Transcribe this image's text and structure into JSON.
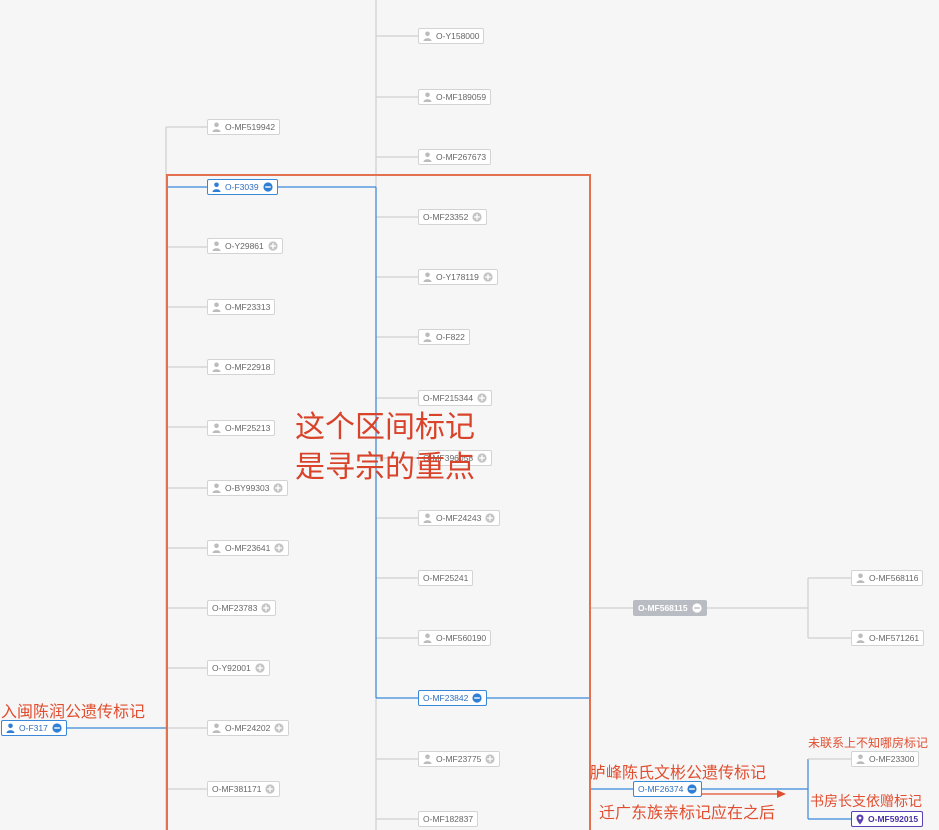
{
  "colors": {
    "background": "#f6f6f7",
    "line": "#cfcfcf",
    "active_line": "#3a88d8",
    "annotation": "#e14e2f",
    "highlight_frame": "#e3714f",
    "grey_node": "#b9bcc2",
    "purple_node": "#5b3fb5"
  },
  "nodes": [
    {
      "label": "O-Y158000",
      "icon": "person-icon",
      "state": "normal",
      "toggle": "none"
    },
    {
      "label": "O-MF189059",
      "icon": "person-icon",
      "state": "normal",
      "toggle": "none"
    },
    {
      "label": "O-MF519942",
      "icon": "person-icon",
      "state": "normal",
      "toggle": "none"
    },
    {
      "label": "O-MF267673",
      "icon": "person-icon",
      "state": "normal",
      "toggle": "none"
    },
    {
      "label": "O-F3039",
      "icon": "person-icon",
      "state": "active",
      "toggle": "collapse"
    },
    {
      "label": "O-MF23352",
      "icon": "none",
      "state": "normal",
      "toggle": "expand"
    },
    {
      "label": "O-Y29861",
      "icon": "person-icon",
      "state": "normal",
      "toggle": "expand"
    },
    {
      "label": "O-Y178119",
      "icon": "person-icon",
      "state": "normal",
      "toggle": "expand"
    },
    {
      "label": "O-MF23313",
      "icon": "person-icon",
      "state": "normal",
      "toggle": "none"
    },
    {
      "label": "O-F822",
      "icon": "person-icon",
      "state": "normal",
      "toggle": "none"
    },
    {
      "label": "O-MF22918",
      "icon": "person-icon",
      "state": "normal",
      "toggle": "none"
    },
    {
      "label": "O-MF215344",
      "icon": "none",
      "state": "normal",
      "toggle": "expand"
    },
    {
      "label": "O-MF25213",
      "icon": "person-icon",
      "state": "normal",
      "toggle": "none"
    },
    {
      "label": "O-MF396058",
      "icon": "none",
      "state": "normal",
      "toggle": "expand"
    },
    {
      "label": "O-BY99303",
      "icon": "person-icon",
      "state": "normal",
      "toggle": "expand"
    },
    {
      "label": "O-MF24243",
      "icon": "person-icon",
      "state": "normal",
      "toggle": "expand"
    },
    {
      "label": "O-MF23641",
      "icon": "person-icon",
      "state": "normal",
      "toggle": "expand"
    },
    {
      "label": "O-MF25241",
      "icon": "none",
      "state": "normal",
      "toggle": "none"
    },
    {
      "label": "O-MF568116",
      "icon": "person-icon",
      "state": "normal",
      "toggle": "none"
    },
    {
      "label": "O-MF23783",
      "icon": "none",
      "state": "normal",
      "toggle": "expand"
    },
    {
      "label": "O-MF568115",
      "icon": "none",
      "state": "grey",
      "toggle": "collapse"
    },
    {
      "label": "O-MF560190",
      "icon": "person-icon",
      "state": "normal",
      "toggle": "none"
    },
    {
      "label": "O-MF571261",
      "icon": "person-icon",
      "state": "normal",
      "toggle": "none"
    },
    {
      "label": "O-Y92001",
      "icon": "none",
      "state": "normal",
      "toggle": "expand"
    },
    {
      "label": "O-MF23842",
      "icon": "none",
      "state": "active",
      "toggle": "collapse"
    },
    {
      "label": "O-F317",
      "icon": "person-icon",
      "state": "active",
      "toggle": "collapse"
    },
    {
      "label": "O-MF24202",
      "icon": "person-icon",
      "state": "normal",
      "toggle": "expand"
    },
    {
      "label": "O-MF23775",
      "icon": "person-icon",
      "state": "normal",
      "toggle": "expand"
    },
    {
      "label": "O-MF23300",
      "icon": "person-icon",
      "state": "normal",
      "toggle": "none"
    },
    {
      "label": "O-MF26374",
      "icon": "none",
      "state": "active",
      "toggle": "collapse"
    },
    {
      "label": "O-MF381171",
      "icon": "none",
      "state": "normal",
      "toggle": "expand"
    },
    {
      "label": "O-MF182837",
      "icon": "none",
      "state": "normal",
      "toggle": "none"
    },
    {
      "label": "O-MF592015",
      "icon": "pin-icon",
      "state": "purple",
      "toggle": "none"
    }
  ],
  "annotations": {
    "focus_range_line1": "这个区间标记",
    "focus_range_line2": "是寻宗的重点",
    "entry_min": "入闽陈润公遗传标记",
    "lufeng_chen": "胪峰陈氏文彬公遗传标记",
    "after_migration": "迁广东族亲标记应在之后",
    "unknown_branch": "未联系上不知哪房标记",
    "shufang_branch": "书房长支依赠标记"
  }
}
